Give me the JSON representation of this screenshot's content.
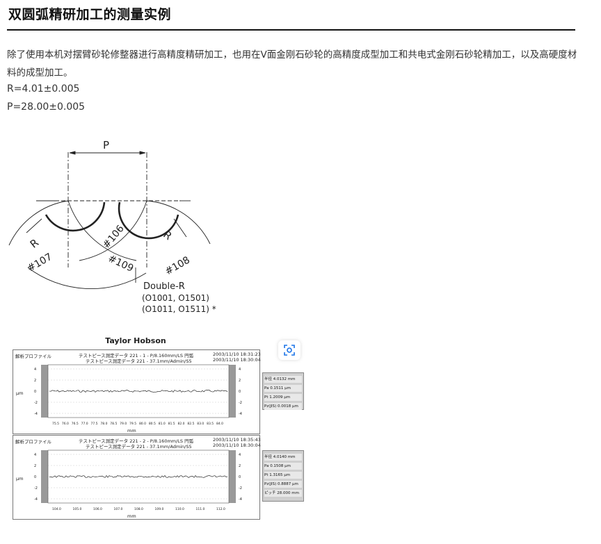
{
  "header": {
    "title": "双圆弧精研加工的测量实例"
  },
  "intro": {
    "text": "除了使用本机对摆臂砂轮修整器进行高精度精研加工，也用在V面金刚石砂轮的高精度成型加工和共电式金刚石砂轮精加工，以及高硬度材料的成型加工。"
  },
  "specs": {
    "radius": "R=4.01±0.005",
    "pitch": "P=28.00±0.005"
  },
  "diagram": {
    "pitch_label": "P",
    "r_left": "R",
    "r_right": "R",
    "wheel_107": "#107",
    "wheel_106": "#106",
    "wheel_109": "#109",
    "wheel_108": "#108",
    "name": "Double-R",
    "code_1": "(O1001, O1501)",
    "code_2": "(O1011, O1511) *"
  },
  "report": {
    "brand": "Taylor Hobson",
    "panel_a": {
      "label": "解析プロファイル",
      "line1": "テストピース測定データ 221 - 1 - P/8.160mm/LS 円弧",
      "line2": "テストピース測定データ 221 - 37.1mm/Admin/S5",
      "date1": "2003/11/10 18:31:23",
      "date2": "2003/11/10 18:30:04",
      "unit": "μm",
      "x_unit": "mm",
      "y_ticks": [
        "4",
        "2",
        "0",
        "-2",
        "-4"
      ],
      "x_ticks": [
        "75.5",
        "76.0",
        "76.5",
        "77.0",
        "77.5",
        "78.0",
        "78.5",
        "79.0",
        "79.5",
        "80.0",
        "80.5",
        "81.0",
        "81.5",
        "82.0",
        "82.5",
        "83.0",
        "83.5",
        "84.0"
      ]
    },
    "panel_b": {
      "label": "解析プロファイル",
      "line1": "テストピース測定データ 221 - 2 - P/8.160mm/LS 円弧",
      "line2": "テストピース測定データ 221 - 37.1mm/Admin/S5",
      "date1": "2003/11/10 18:35:43",
      "date2": "2003/11/10 18:30:04",
      "unit": "μm",
      "x_unit": "mm",
      "y_ticks": [
        "4",
        "2",
        "0",
        "-2",
        "-4"
      ],
      "x_ticks": [
        "104.0",
        "105.0",
        "106.0",
        "107.0",
        "108.0",
        "109.0",
        "110.0",
        "111.0",
        "112.0"
      ]
    },
    "results_a": [
      "半径 4.0132 mm",
      "Pa 0.1511 μm",
      "Pt 1.2009 μm",
      "Pz(JIS) 0.0018 μm"
    ],
    "results_b": [
      "半径 4.0140 mm",
      "Pa 0.1508 μm",
      "Pt 1.3165 μm",
      "Pz(JIS) 0.8887 μm",
      "ピッチ 28.000 mm"
    ]
  }
}
